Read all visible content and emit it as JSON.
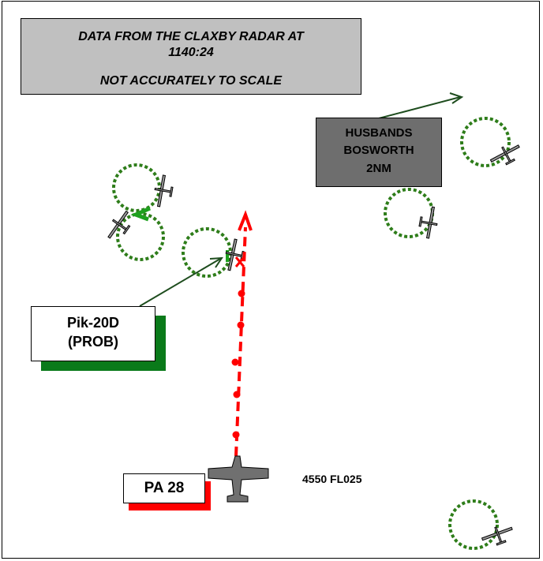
{
  "header": {
    "line1": "DATA FROM THE  CLAXBY RADAR  AT",
    "line2": "1140:24",
    "line3": "NOT ACCURATELY TO SCALE"
  },
  "husbands_bosworth": {
    "line1": "HUSBANDS",
    "line2": "BOSWORTH",
    "line3": "2NM"
  },
  "glider_label": {
    "line1": "Pik-20D",
    "line2": "(PROB)"
  },
  "aircraft_label": {
    "text": "PA 28"
  },
  "mode_c": {
    "text": "4550 FL025"
  },
  "colors": {
    "track": "#ff0000",
    "glider_circle": "#2e7d1a",
    "glider_shadow": "#0a7a1a",
    "header_fill": "#c0c0c0",
    "husbands_fill": "#6e6e6e",
    "aircraft": "#707070",
    "arrow": "#1e4d1e"
  },
  "icons": [
    "glider-icon",
    "light-aircraft-icon",
    "direction-arrow-icon"
  ]
}
